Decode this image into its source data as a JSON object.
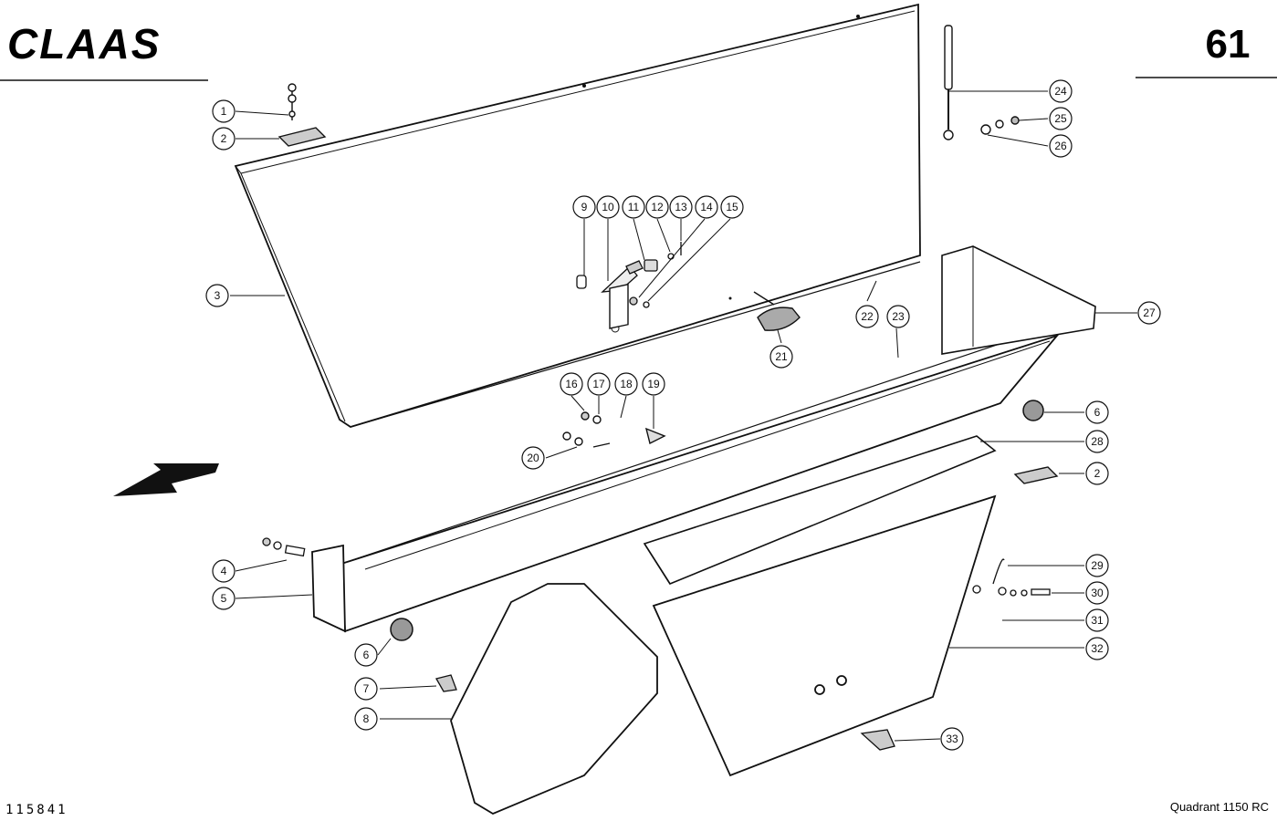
{
  "header": {
    "brand": "CLAAS",
    "page_number": "61"
  },
  "footer": {
    "drawing_code": "115841",
    "model": "Quadrant 1150 RC"
  },
  "callouts": [
    "1",
    "2",
    "3",
    "4",
    "5",
    "6",
    "7",
    "8",
    "9",
    "10",
    "11",
    "12",
    "13",
    "14",
    "15",
    "16",
    "17",
    "18",
    "19",
    "20",
    "21",
    "22",
    "23",
    "24",
    "25",
    "26",
    "27",
    "28",
    "29",
    "30",
    "31",
    "32",
    "33"
  ],
  "direction_indicator": "arrow-left-down-icon"
}
